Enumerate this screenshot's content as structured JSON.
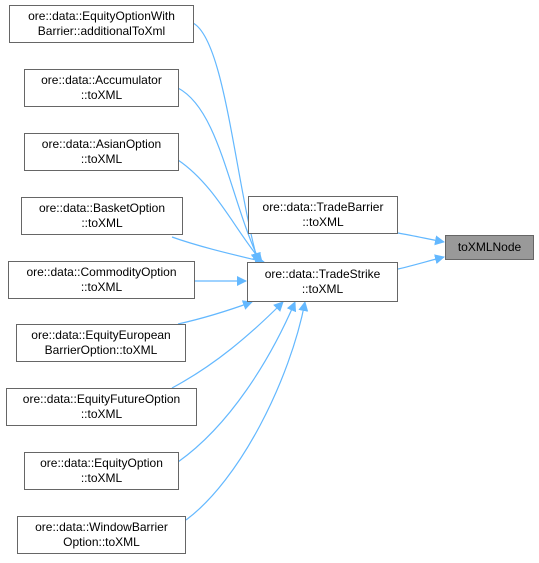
{
  "graph": {
    "root": {
      "lines": [
        "toXMLNode"
      ]
    },
    "nodes": [
      {
        "id": "n1",
        "lines": [
          "ore::data::EquityOptionWith",
          "Barrier::additionalToXml"
        ]
      },
      {
        "id": "n2",
        "lines": [
          "ore::data::Accumulator",
          "::toXML"
        ]
      },
      {
        "id": "n3",
        "lines": [
          "ore::data::AsianOption",
          "::toXML"
        ]
      },
      {
        "id": "n4",
        "lines": [
          "ore::data::BasketOption",
          "::toXML"
        ]
      },
      {
        "id": "n5",
        "lines": [
          "ore::data::CommodityOption",
          "::toXML"
        ]
      },
      {
        "id": "n6",
        "lines": [
          "ore::data::EquityEuropean",
          "BarrierOption::toXML"
        ]
      },
      {
        "id": "n7",
        "lines": [
          "ore::data::EquityFutureOption",
          "::toXML"
        ]
      },
      {
        "id": "n8",
        "lines": [
          "ore::data::EquityOption",
          "::toXML"
        ]
      },
      {
        "id": "n9",
        "lines": [
          "ore::data::WindowBarrier",
          "Option::toXML"
        ]
      },
      {
        "id": "tb",
        "lines": [
          "ore::data::TradeBarrier",
          "::toXML"
        ]
      },
      {
        "id": "ts",
        "lines": [
          "ore::data::TradeStrike",
          "::toXML"
        ]
      }
    ],
    "colors": {
      "edge": "#63b8ff",
      "border": "#666666",
      "root_fill": "#999999"
    }
  }
}
